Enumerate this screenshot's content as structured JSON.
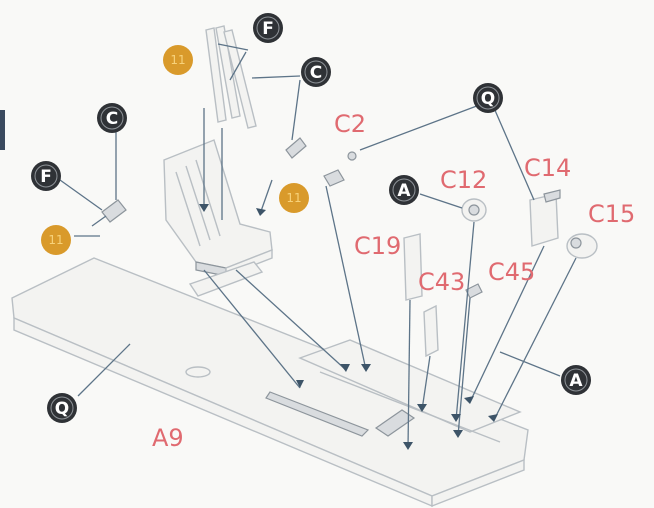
{
  "labels": {
    "a9": "A9",
    "c2": "C2",
    "c12": "C12",
    "c14": "C14",
    "c15": "C15",
    "c19": "C19",
    "c43": "C43",
    "c45": "C45"
  },
  "badges": {
    "f_top": "F",
    "f_left": "F",
    "c_left": "C",
    "c_top": "C",
    "q_top": "Q",
    "q_bottom": "Q",
    "a_mid": "A",
    "a_right": "A"
  },
  "paint_callouts": {
    "one": "11",
    "two": "11",
    "three": "11"
  },
  "colors": {
    "badge_fill": "#2f3236",
    "paint_fill": "#d99a2b",
    "part_label": "#e06a70",
    "leader": "#5d7488"
  }
}
